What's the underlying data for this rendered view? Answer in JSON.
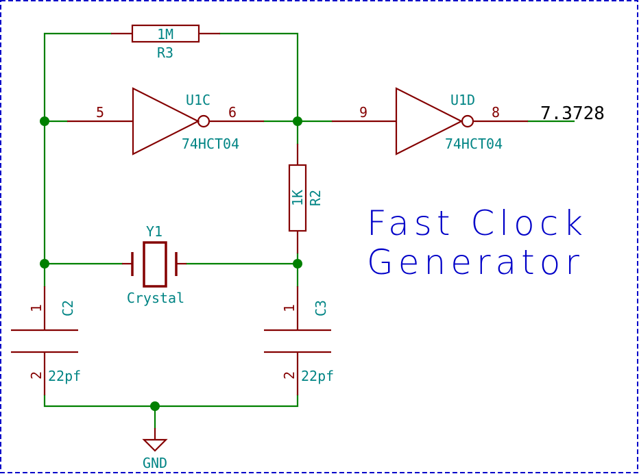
{
  "title": {
    "line1": "Fast Clock",
    "line2": "Generator"
  },
  "colors": {
    "wire": "#008000",
    "component": "#840000",
    "reference_text": "#008484",
    "title_text": "#0000c8",
    "border": "#0000c8"
  },
  "components": {
    "r3": {
      "ref": "R3",
      "value": "1M"
    },
    "r2": {
      "ref": "R2",
      "value": "1K"
    },
    "u1c": {
      "ref": "U1C",
      "value": "74HCT04",
      "pin_in": "5",
      "pin_out": "6"
    },
    "u1d": {
      "ref": "U1D",
      "value": "74HCT04",
      "pin_in": "9",
      "pin_out": "8"
    },
    "y1": {
      "ref": "Y1",
      "value": "Crystal"
    },
    "c2": {
      "ref": "C2",
      "value": "22pf",
      "pin1": "1",
      "pin2": "2"
    },
    "c3": {
      "ref": "C3",
      "value": "22pf",
      "pin1": "1",
      "pin2": "2"
    },
    "gnd": {
      "label": "GND"
    }
  },
  "net_labels": {
    "output": "7.3728"
  }
}
